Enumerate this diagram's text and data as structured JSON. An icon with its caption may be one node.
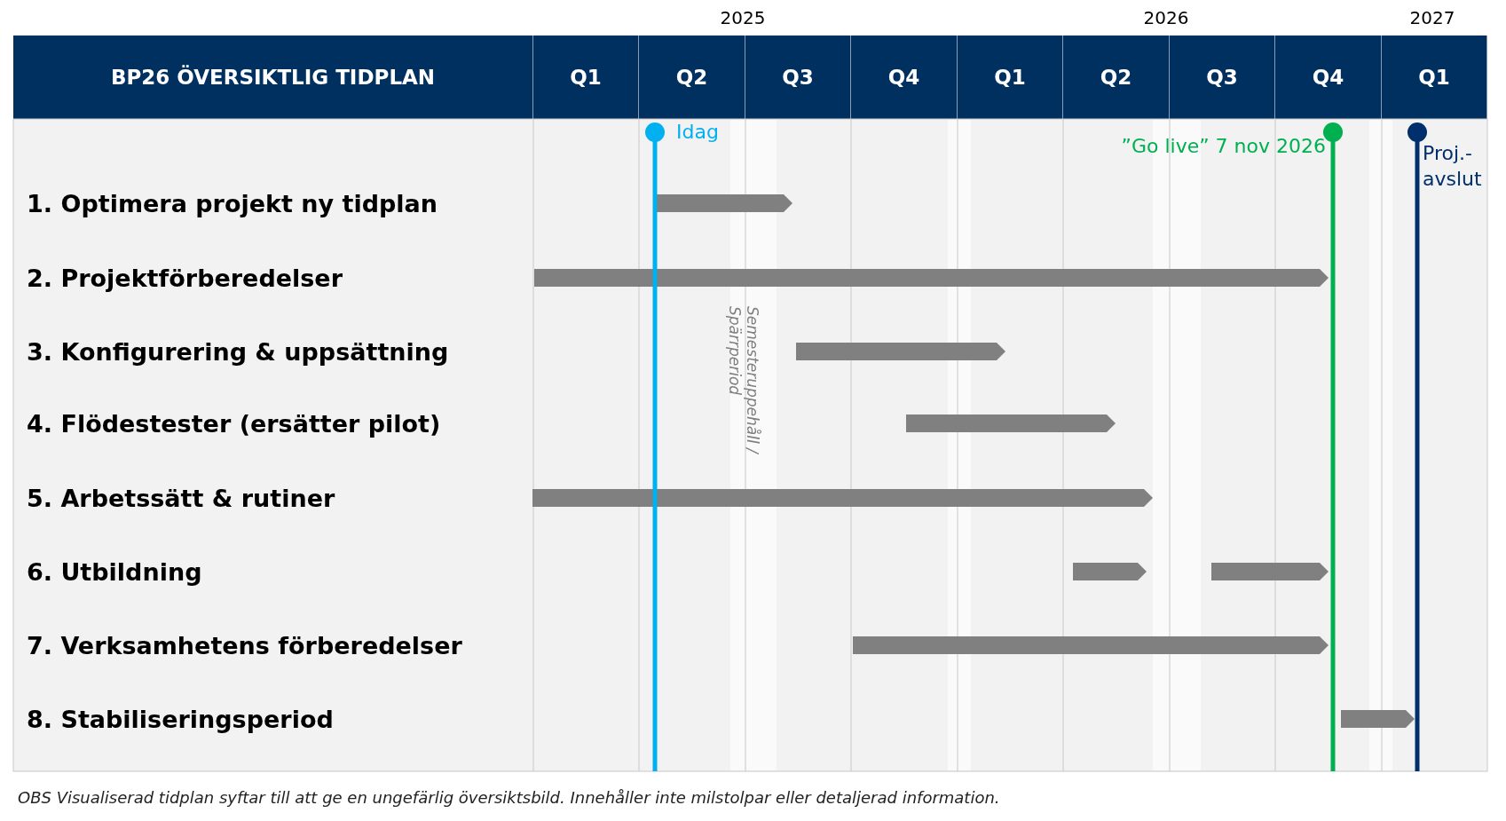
{
  "diagram": {
    "title": "BP26 ÖVERSIKTLIG TIDPLAN",
    "nodes": [
      {
        "text": [],
        "shape": "bar"
      },
      {
        "text": [],
        "shape": "bar"
      },
      {
        "text": [],
        "shape": "bar"
      },
      {
        "text": [],
        "shape": "bar"
      },
      {
        "text": [],
        "shape": "bar"
      },
      {
        "text": [],
        "shape": "bar"
      },
      {
        "text": [],
        "shape": "bar"
      },
      {
        "text": [],
        "shape": "bar"
      },
      {
        "text": [],
        "shape": "bar"
      }
    ],
    "caption": "OBS Visualiserad tidplan syftar till att ge en ungefärlig översiktsbild. Innehåller inte milstolpar eller detaljerad information.",
    "labels": [
      "2025",
      "2026",
      "2027",
      "Q1",
      "Q2",
      "Q3",
      "Q4",
      "Q1",
      "Q2",
      "Q3",
      "Q4",
      "Q1",
      "Idag",
      "”Go live” 7 nov 2026",
      "Proj.- avslut",
      "1. Optimera projekt ny tidplan",
      "2. Projektförberedelser",
      "3. Konfigurering & uppsättning",
      "4. Flödestester (ersätter pilot)",
      "5. Arbetssätt & rutiner",
      "6. Utbildning",
      "7. Verksamhetens förberedelser",
      "8. Stabiliseringsperiod",
      "Semesteruppehåll / Spärrperiod"
    ]
  }
}
